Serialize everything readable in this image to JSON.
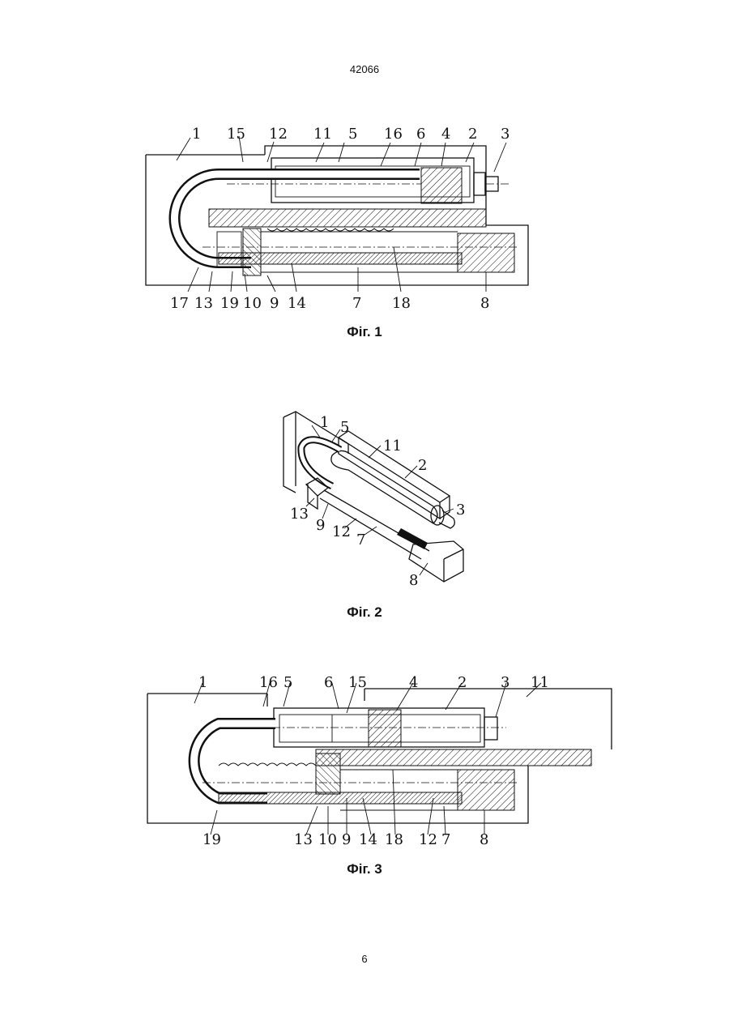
{
  "page": {
    "header_number": "42066",
    "footer_number": "6"
  },
  "figures": [
    {
      "caption": "Фіг. 1",
      "labels": [
        "1",
        "15",
        "12",
        "11",
        "5",
        "16",
        "6",
        "4",
        "2",
        "3",
        "17",
        "13",
        "19",
        "10",
        "9",
        "14",
        "7",
        "18",
        "8"
      ]
    },
    {
      "caption": "Фіг. 2",
      "labels": [
        "1",
        "5",
        "11",
        "2",
        "3",
        "13",
        "9",
        "12",
        "7",
        "8"
      ]
    },
    {
      "caption": "Фіг. 3",
      "labels": [
        "1",
        "16",
        "5",
        "6",
        "15",
        "4",
        "2",
        "3",
        "11",
        "19",
        "13",
        "10",
        "9",
        "14",
        "18",
        "12",
        "7",
        "8"
      ]
    }
  ]
}
